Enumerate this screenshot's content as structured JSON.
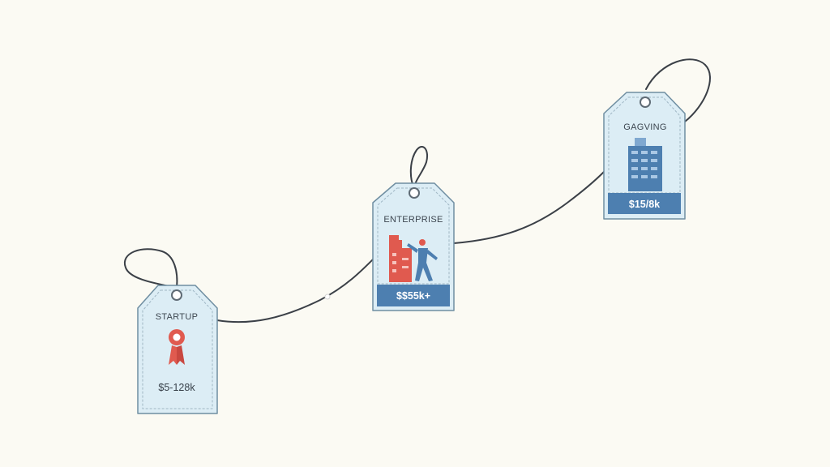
{
  "colors": {
    "background": "#fbfaf3",
    "tag_fill": "#dcedf5",
    "tag_outline": "#6f8ea1",
    "band_blue": "#4d7fb0",
    "icon_red": "#e05a4f",
    "string": "#3b4047"
  },
  "tags": [
    {
      "label": "STARTUP",
      "price": "$5-128k",
      "icon": "award-ribbon-icon"
    },
    {
      "label": "ENTERPRISE",
      "price": "$$55k+",
      "icon": "factory-worker-icon"
    },
    {
      "label": "GAGVING",
      "price": "$15/8k",
      "icon": "office-building-icon"
    }
  ]
}
